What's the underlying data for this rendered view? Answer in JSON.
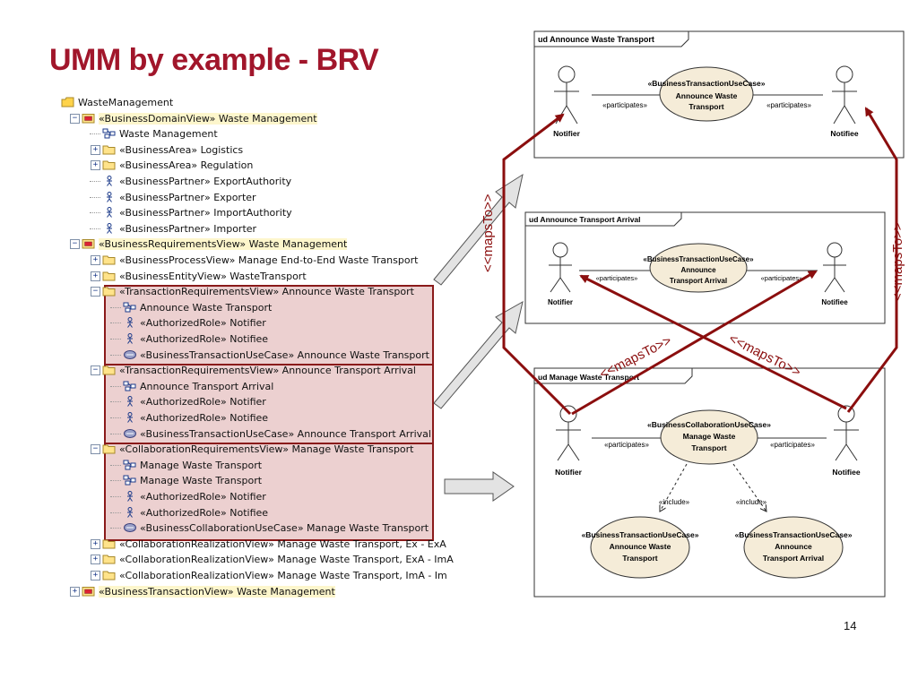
{
  "slide": {
    "title": "UMM by example - BRV",
    "page_number": "14"
  },
  "tree": [
    {
      "label": "WasteManagement",
      "indent": 0,
      "icon": "package-icon",
      "expander": ""
    },
    {
      "label": "«BusinessDomainView» Waste Management",
      "indent": 1,
      "icon": "view-icon",
      "expander": "-",
      "highlight": true
    },
    {
      "label": "Waste Management",
      "indent": 2,
      "icon": "diagram-icon",
      "expander": ""
    },
    {
      "label": "«BusinessArea» Logistics",
      "indent": 2,
      "icon": "folder-icon",
      "expander": "+"
    },
    {
      "label": "«BusinessArea» Regulation",
      "indent": 2,
      "icon": "folder-icon",
      "expander": "+"
    },
    {
      "label": "«BusinessPartner» ExportAuthority",
      "indent": 2,
      "icon": "actor-icon",
      "expander": ""
    },
    {
      "label": "«BusinessPartner» Exporter",
      "indent": 2,
      "icon": "actor-icon",
      "expander": ""
    },
    {
      "label": "«BusinessPartner» ImportAuthority",
      "indent": 2,
      "icon": "actor-icon",
      "expander": ""
    },
    {
      "label": "«BusinessPartner» Importer",
      "indent": 2,
      "icon": "actor-icon",
      "expander": ""
    },
    {
      "label": "«BusinessRequirementsView» Waste Management",
      "indent": 1,
      "icon": "view-icon",
      "expander": "-",
      "highlight": true
    },
    {
      "label": "«BusinessProcessView» Manage End-to-End Waste Transport",
      "indent": 2,
      "icon": "folder-icon",
      "expander": "+"
    },
    {
      "label": "«BusinessEntityView» WasteTransport",
      "indent": 2,
      "icon": "folder-icon",
      "expander": "+"
    },
    {
      "label": "«TransactionRequirementsView» Announce Waste Transport",
      "indent": 2,
      "icon": "folder-icon",
      "expander": "-"
    },
    {
      "label": "Announce Waste Transport",
      "indent": 3,
      "icon": "diagram-icon",
      "expander": ""
    },
    {
      "label": "«AuthorizedRole» Notifier",
      "indent": 3,
      "icon": "actor-icon",
      "expander": ""
    },
    {
      "label": "«AuthorizedRole» Notifiee",
      "indent": 3,
      "icon": "actor-icon",
      "expander": ""
    },
    {
      "label": "«BusinessTransactionUseCase» Announce Waste Transport",
      "indent": 3,
      "icon": "usecase-icon",
      "expander": ""
    },
    {
      "label": "«TransactionRequirementsView» Announce Transport Arrival",
      "indent": 2,
      "icon": "folder-icon",
      "expander": "-"
    },
    {
      "label": "Announce Transport Arrival",
      "indent": 3,
      "icon": "diagram-icon",
      "expander": ""
    },
    {
      "label": "«AuthorizedRole» Notifier",
      "indent": 3,
      "icon": "actor-icon",
      "expander": ""
    },
    {
      "label": "«AuthorizedRole» Notifiee",
      "indent": 3,
      "icon": "actor-icon",
      "expander": ""
    },
    {
      "label": "«BusinessTransactionUseCase» Announce Transport Arrival",
      "indent": 3,
      "icon": "usecase-icon",
      "expander": ""
    },
    {
      "label": "«CollaborationRequirementsView» Manage Waste Transport",
      "indent": 2,
      "icon": "folder-icon",
      "expander": "-"
    },
    {
      "label": "Manage Waste Transport",
      "indent": 3,
      "icon": "diagram-icon",
      "expander": ""
    },
    {
      "label": "Manage Waste Transport",
      "indent": 3,
      "icon": "diagram-icon",
      "expander": ""
    },
    {
      "label": "«AuthorizedRole» Notifier",
      "indent": 3,
      "icon": "actor-icon",
      "expander": ""
    },
    {
      "label": "«AuthorizedRole» Notifiee",
      "indent": 3,
      "icon": "actor-icon",
      "expander": ""
    },
    {
      "label": "«BusinessCollaborationUseCase» Manage Waste Transport",
      "indent": 3,
      "icon": "usecase-icon",
      "expander": ""
    },
    {
      "label": "«CollaborationRealizationView» Manage Waste Transport, Ex - ExA",
      "indent": 2,
      "icon": "folder-icon",
      "expander": "+"
    },
    {
      "label": "«CollaborationRealizationView» Manage Waste Transport, ExA - ImA",
      "indent": 2,
      "icon": "folder-icon",
      "expander": "+"
    },
    {
      "label": "«CollaborationRealizationView» Manage Waste Transport, ImA - Im",
      "indent": 2,
      "icon": "folder-icon",
      "expander": "+"
    },
    {
      "label": "«BusinessTransactionView» Waste Management",
      "indent": 1,
      "icon": "view-icon",
      "expander": "+",
      "highlight": true
    }
  ],
  "diagrams": {
    "d1": {
      "frame_title": "ud Announce Waste Transport",
      "usecase_stereotype": "«BusinessTransactionUseCase»",
      "usecase_name_1": "Announce Waste",
      "usecase_name_2": "Transport",
      "left_actor": "Notifier",
      "right_actor": "Notifiee",
      "left_assoc": "«participates»",
      "right_assoc": "«participates»"
    },
    "d2": {
      "frame_title": "ud Announce Transport Arrival",
      "usecase_stereotype": "«BusinessTransactionUseCase»",
      "usecase_name_1": "Announce",
      "usecase_name_2": "Transport Arrival",
      "left_actor": "Notifier",
      "right_actor": "Notifiee",
      "left_assoc": "«participates»",
      "right_assoc": "«participates»"
    },
    "d3": {
      "frame_title": "ud Manage Waste Transport",
      "usecase_stereotype": "«BusinessCollaborationUseCase»",
      "usecase_name_1": "Manage Waste",
      "usecase_name_2": "Transport",
      "left_actor": "Notifier",
      "right_actor": "Notifiee",
      "left_assoc": "«participates»",
      "right_assoc": "«participates»",
      "include_left": "«include»",
      "include_right": "«include»",
      "sub_left_stereotype": "«BusinessTransactionUseCase»",
      "sub_left_name_1": "Announce Waste",
      "sub_left_name_2": "Transport",
      "sub_right_stereotype": "«BusinessTransactionUseCase»",
      "sub_right_name_1": "Announce",
      "sub_right_name_2": "Transport Arrival"
    }
  },
  "maps_to_label": "<<mapsTo>>",
  "colors": {
    "title": "#a1162b",
    "mapping_line": "#8b0e0e",
    "group_border": "#8a1a1a",
    "group_fill": "#e8b6b6",
    "usecase_fill": "#f5ecd8",
    "view_highlight": "#fdf6cc"
  }
}
